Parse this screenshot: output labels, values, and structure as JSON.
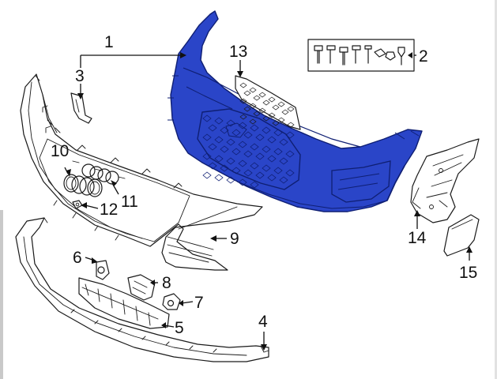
{
  "colors": {
    "bumper_cover": "#2a45c8",
    "bumper_cover_dark": "#0f1f73",
    "line": "#1a1a1a",
    "background": "#ffffff"
  },
  "callouts": [
    "1",
    "2",
    "3",
    "4",
    "5",
    "6",
    "7",
    "8",
    "9",
    "10",
    "11",
    "12",
    "13",
    "14",
    "15"
  ]
}
